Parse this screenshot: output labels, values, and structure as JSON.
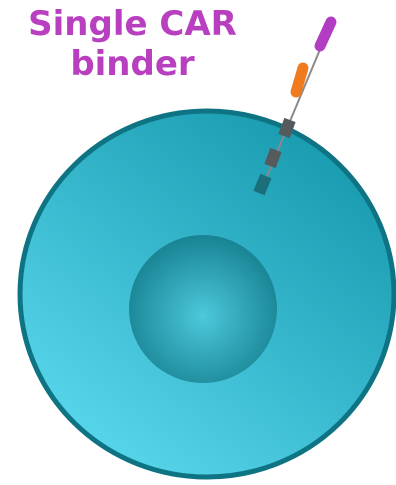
{
  "label": {
    "line1": "Single CAR",
    "line2": "binder"
  },
  "colors": {
    "label_text": "#b83fbf",
    "cell_fill_light": "#5ad8ee",
    "cell_fill_dark": "#1698ad",
    "cell_outline": "#0e7483",
    "nucleus_light": "#4cc9dc",
    "nucleus_dark": "#137d8c",
    "receptor_tip": "#b23cc2",
    "receptor_linker": "#f07b1e",
    "receptor_domain": "#555a5c",
    "receptor_intracellular": "#1a6f7b",
    "receptor_stalk": "#8a8a8a"
  },
  "icons": {
    "cell": "t-cell-body",
    "nucleus": "cell-nucleus",
    "receptor": "car-receptor"
  }
}
